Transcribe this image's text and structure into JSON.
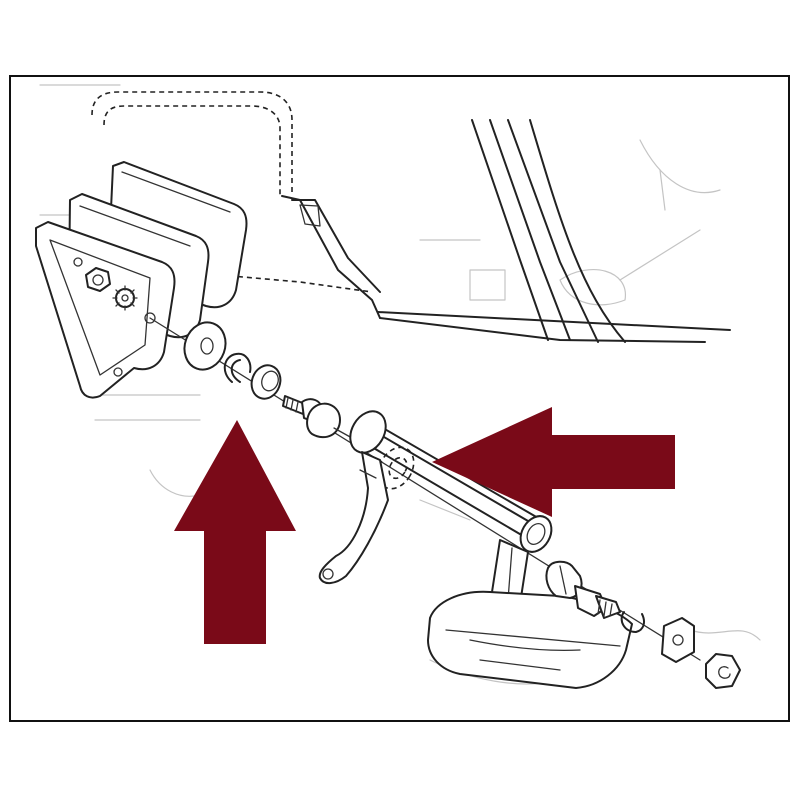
{
  "diagram": {
    "kind": "exploded-parts-illustration",
    "style": "black line drawing on white background",
    "arrow_color": "#7a0a18",
    "arrows": [
      {
        "name": "up-arrow",
        "direction": "up"
      },
      {
        "name": "left-arrow",
        "direction": "left"
      }
    ]
  }
}
